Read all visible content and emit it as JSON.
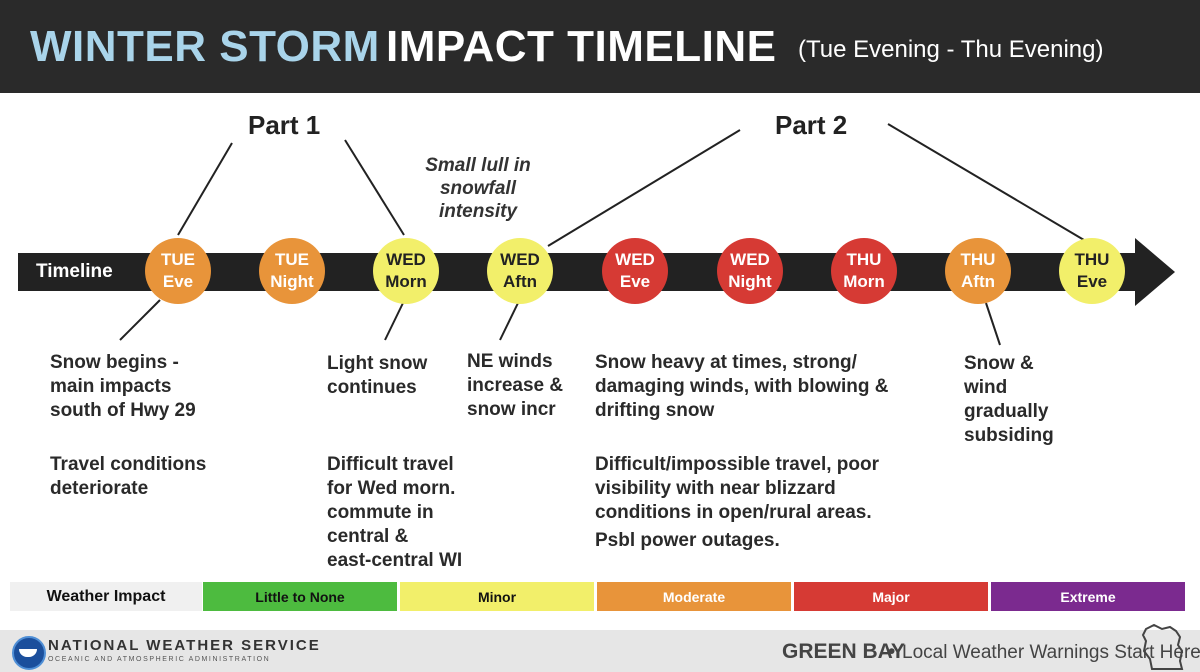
{
  "header": {
    "title_part1": "WINTER STORM",
    "title_part2": "IMPACT TIMELINE",
    "subtitle": "(Tue Evening - Thu Evening)"
  },
  "parts": {
    "part1": "Part 1",
    "part2": "Part 2"
  },
  "lull_note": [
    "Small lull in",
    "snowfall",
    "intensity"
  ],
  "timeline": {
    "label": "Timeline",
    "periods": [
      {
        "line1": "TUE",
        "line2": "Eve",
        "impact": "Moderate",
        "color": "#e8943a"
      },
      {
        "line1": "TUE",
        "line2": "Night",
        "impact": "Moderate",
        "color": "#e8943a"
      },
      {
        "line1": "WED",
        "line2": "Morn",
        "impact": "Minor",
        "color": "#f2ef6a"
      },
      {
        "line1": "WED",
        "line2": "Aftn",
        "impact": "Minor",
        "color": "#f2ef6a"
      },
      {
        "line1": "WED",
        "line2": "Eve",
        "impact": "Major",
        "color": "#d63a34"
      },
      {
        "line1": "WED",
        "line2": "Night",
        "impact": "Major",
        "color": "#d63a34"
      },
      {
        "line1": "THU",
        "line2": "Morn",
        "impact": "Major",
        "color": "#d63a34"
      },
      {
        "line1": "THU",
        "line2": "Aftn",
        "impact": "Moderate",
        "color": "#e8943a"
      },
      {
        "line1": "THU",
        "line2": "Eve",
        "impact": "Minor",
        "color": "#f2ef6a"
      }
    ]
  },
  "descriptions": {
    "tue": {
      "para1": [
        "Snow begins -",
        "main impacts",
        "south of Hwy 29"
      ],
      "para2": [
        "Travel conditions",
        "deteriorate"
      ]
    },
    "wed_morn": {
      "para1": [
        "Light snow",
        "continues"
      ],
      "para2": [
        "Difficult travel",
        "for Wed morn.",
        "commute in",
        "central &",
        "east-central WI"
      ]
    },
    "wed_aftn": {
      "para1": [
        "NE winds",
        "increase &",
        "snow incr"
      ]
    },
    "wed_eve": {
      "para1": [
        "Snow heavy at times, strong/",
        "damaging winds, with blowing &",
        "drifting snow"
      ],
      "para2": [
        "Difficult/impossible travel, poor",
        "visibility with near blizzard",
        "conditions in open/rural areas."
      ],
      "para3": [
        "Psbl power outages."
      ]
    },
    "thu_aftn": {
      "para1": [
        "Snow &",
        "wind",
        "gradually",
        "subsiding"
      ]
    }
  },
  "legend": {
    "label": "Weather Impact",
    "levels": [
      {
        "name": "Little to None",
        "color": "#4dbb3f",
        "text_color": "#111111"
      },
      {
        "name": "Minor",
        "color": "#f2ef6a",
        "text_color": "#111111"
      },
      {
        "name": "Moderate",
        "color": "#e8943a",
        "text_color": "#ffffff"
      },
      {
        "name": "Major",
        "color": "#d63a34",
        "text_color": "#ffffff"
      },
      {
        "name": "Extreme",
        "color": "#7b2a8f",
        "text_color": "#ffffff"
      }
    ]
  },
  "footer": {
    "agency": "NATIONAL WEATHER SERVICE",
    "agency_sub": "OCEANIC AND ATMOSPHERIC ADMINISTRATION",
    "office": "GREEN BAY",
    "separator": "•",
    "tagline": "Local Weather Warnings Start Here",
    "logo_icon": "noaa-logo-icon",
    "state_icon": "wisconsin-outline-icon"
  }
}
